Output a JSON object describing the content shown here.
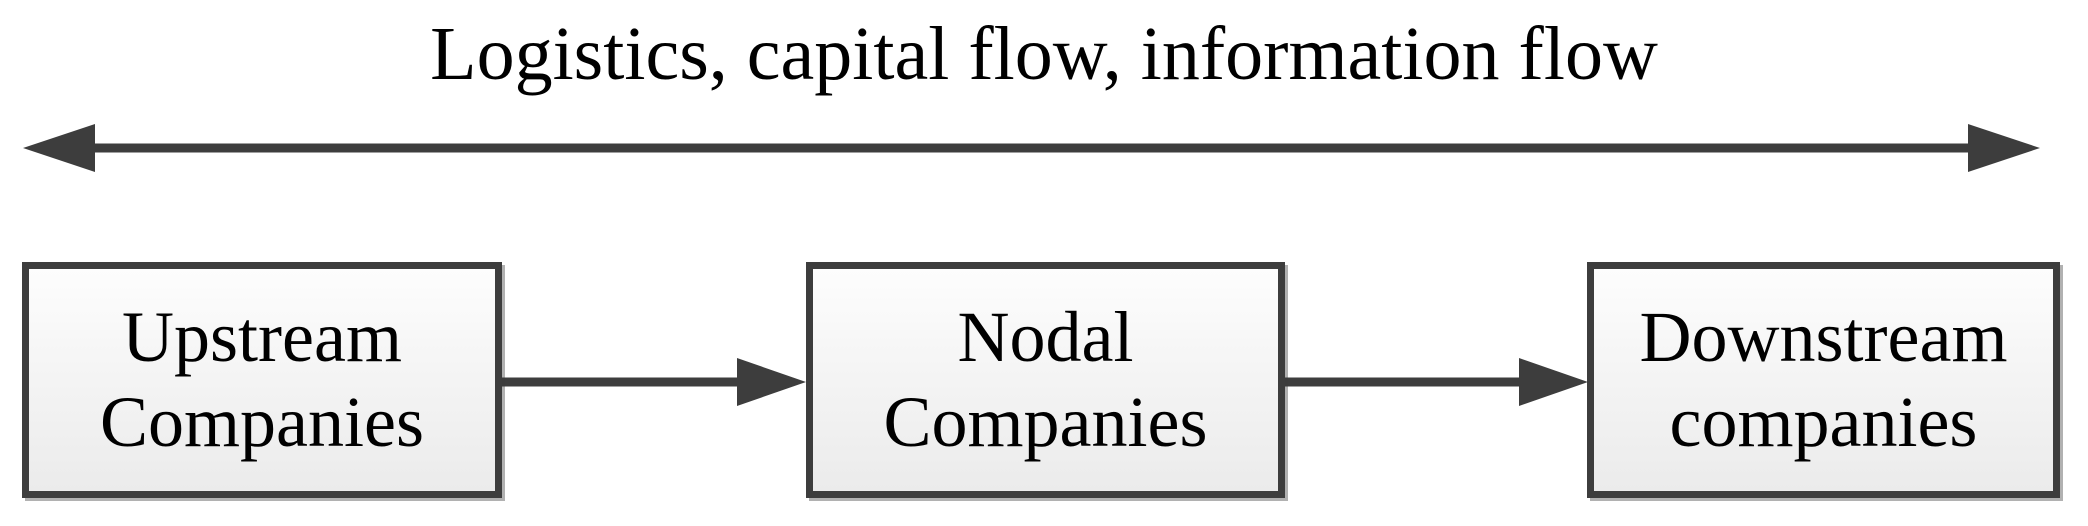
{
  "figure": {
    "title": "Logistics, capital flow, information flow",
    "type": "supply-chain-flow-diagram"
  },
  "flow_arrow": {
    "label_above": "Logistics, capital flow, information flow",
    "direction": "bidirectional"
  },
  "boxes": [
    {
      "id": "upstream",
      "lines": [
        "Upstream",
        "Companies"
      ]
    },
    {
      "id": "nodal",
      "lines": [
        "Nodal",
        "Companies"
      ]
    },
    {
      "id": "downstream",
      "lines": [
        "Downstream",
        "companies"
      ]
    }
  ],
  "connectors": [
    {
      "from": "Upstream Companies",
      "to": "Nodal Companies",
      "direction": "right"
    },
    {
      "from": "Nodal Companies",
      "to": "Downstream companies",
      "direction": "right"
    }
  ],
  "colors": {
    "arrow": "#3d3d3d",
    "box_border": "#3d3d3d",
    "box_fill_top": "#fdfdfd",
    "box_fill_bottom": "#ebebeb",
    "text": "#000000"
  }
}
